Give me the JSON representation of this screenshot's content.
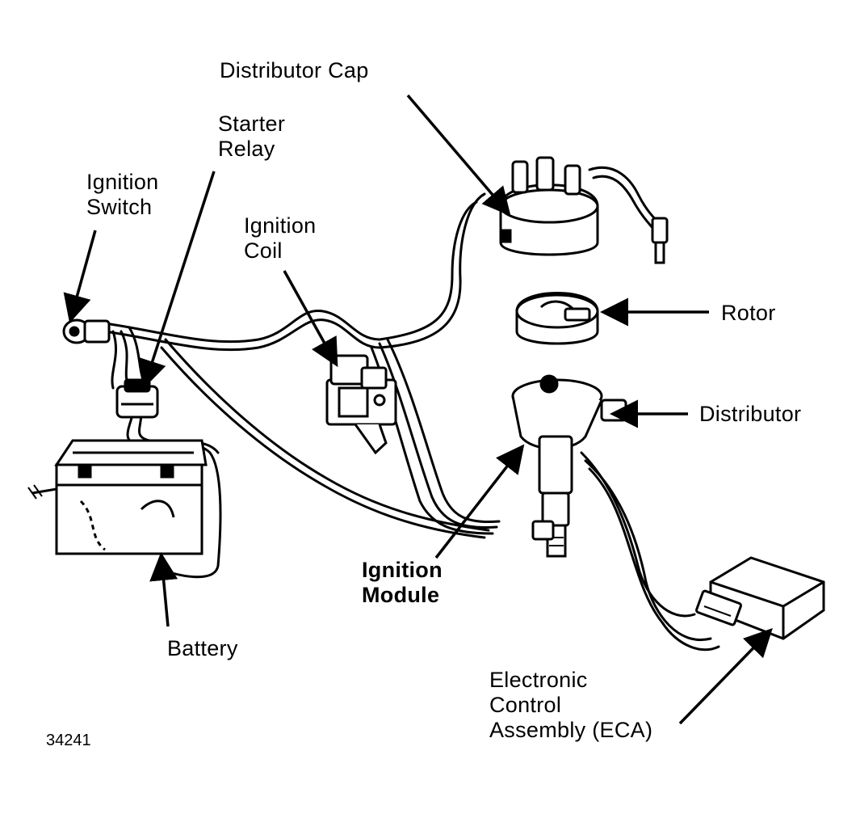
{
  "labels": {
    "distributor_cap": "Distributor Cap",
    "starter_relay": "Starter\nRelay",
    "ignition_switch": "Ignition\nSwitch",
    "ignition_coil": "Ignition\nCoil",
    "rotor": "Rotor",
    "distributor": "Distributor",
    "ignition_module": "Ignition\nModule",
    "battery": "Battery",
    "eca": "Electronic\nControl\nAssembly (ECA)"
  },
  "figure_number": "34241"
}
